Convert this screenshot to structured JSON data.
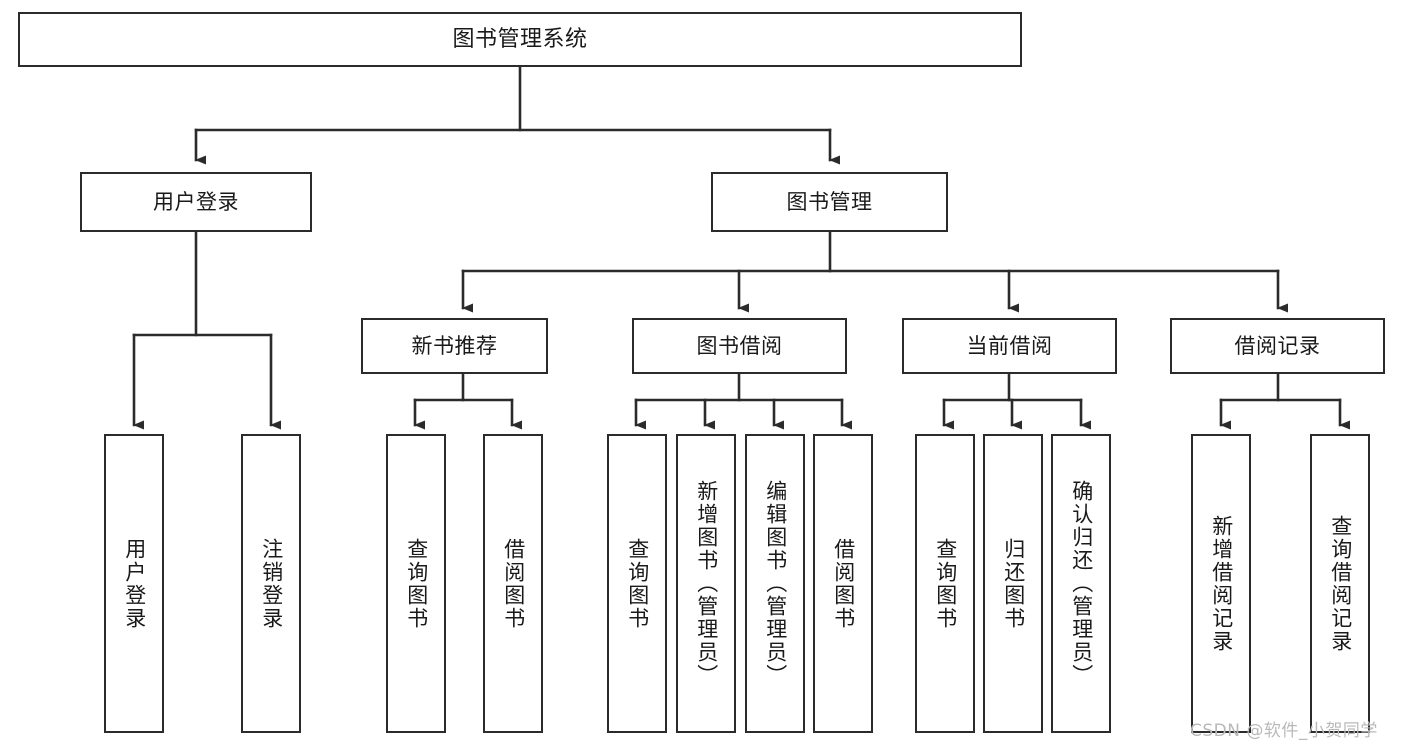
{
  "diagram": {
    "type": "tree-hierarchy",
    "title": "图书管理系统",
    "watermark": "CSDN @软件_小贺同学",
    "colors": {
      "box_border": "#2b2b2b",
      "box_fill": "#ffffff",
      "connector": "#2b2b2b",
      "text": "#1a1a1a",
      "watermark": "#b9b9b9",
      "background": "#ffffff"
    },
    "nodes": {
      "root": {
        "label": "图书管理系统",
        "level": 1
      },
      "l2": [
        {
          "id": "user-login",
          "label": "用户登录",
          "level": 2
        },
        {
          "id": "book-manage",
          "label": "图书管理",
          "level": 2
        }
      ],
      "l3": [
        {
          "id": "new-book-recommend",
          "label": "新书推荐",
          "level": 3
        },
        {
          "id": "book-borrow",
          "label": "图书借阅",
          "level": 3
        },
        {
          "id": "current-borrow",
          "label": "当前借阅",
          "level": 3
        },
        {
          "id": "borrow-record",
          "label": "借阅记录",
          "level": 3
        }
      ],
      "leaves": {
        "user-login": [
          {
            "id": "leaf-user-login",
            "label": "用户登录"
          },
          {
            "id": "leaf-user-logout",
            "label": "注销登录"
          }
        ],
        "new-book-recommend": [
          {
            "id": "leaf-query-book-1",
            "label": "查询图书"
          },
          {
            "id": "leaf-borrow-book-1",
            "label": "借阅图书"
          }
        ],
        "book-borrow": [
          {
            "id": "leaf-query-book-2",
            "label": "查询图书"
          },
          {
            "id": "leaf-add-book",
            "label": "新增图书（管理员）"
          },
          {
            "id": "leaf-edit-book",
            "label": "编辑图书（管理员）"
          },
          {
            "id": "leaf-borrow-book-2",
            "label": "借阅图书"
          }
        ],
        "current-borrow": [
          {
            "id": "leaf-query-book-3",
            "label": "查询图书"
          },
          {
            "id": "leaf-return-book",
            "label": "归还图书"
          },
          {
            "id": "leaf-confirm-return",
            "label": "确认归还（管理员）"
          }
        ],
        "borrow-record": [
          {
            "id": "leaf-add-record",
            "label": "新增借阅记录"
          },
          {
            "id": "leaf-query-record",
            "label": "查询借阅记录"
          }
        ]
      }
    }
  }
}
